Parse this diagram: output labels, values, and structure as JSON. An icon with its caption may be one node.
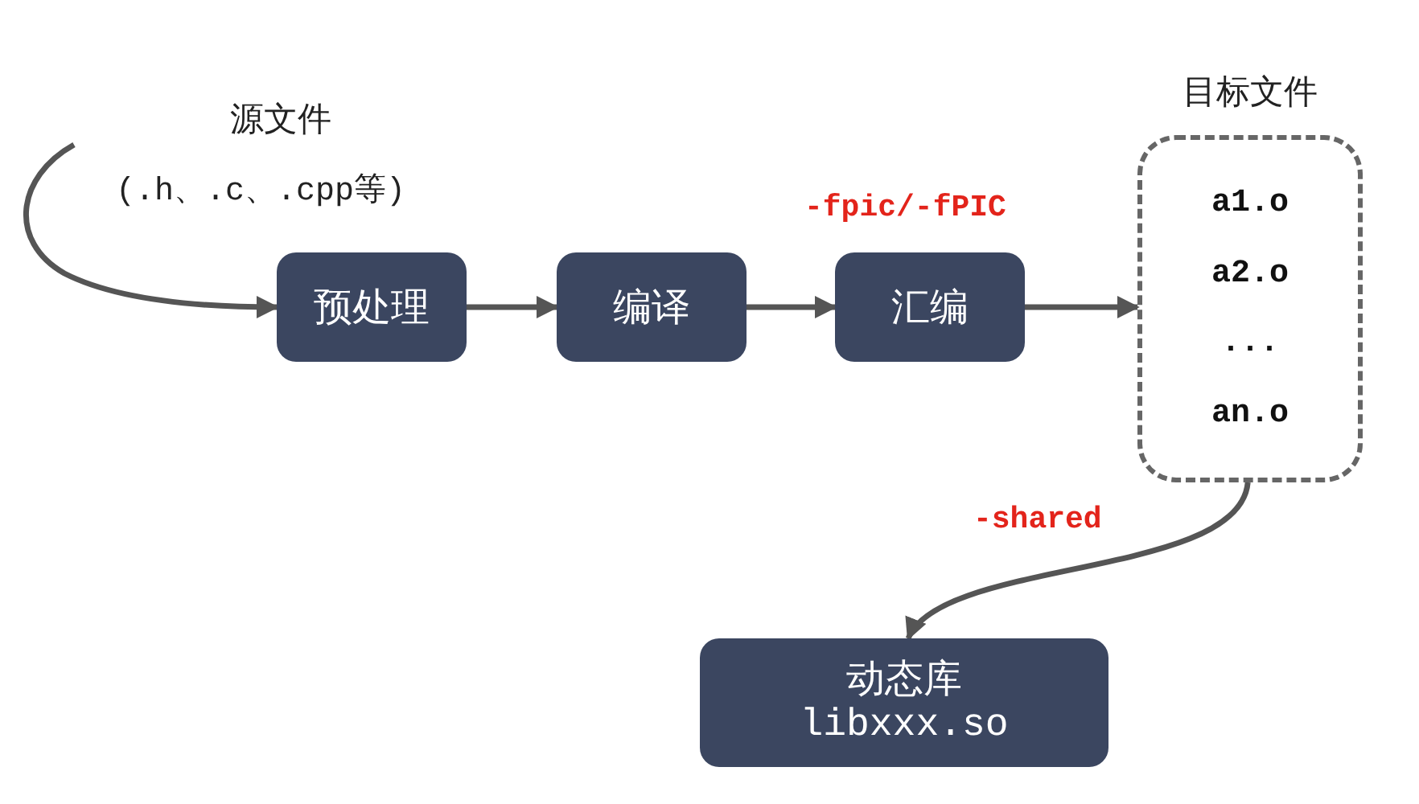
{
  "diagram": {
    "nodes": [
      {
        "text": [
          "预处理"
        ]
      },
      {
        "text": [
          "编译"
        ]
      },
      {
        "text": [
          "汇编"
        ]
      },
      {
        "text": [
          "目标文件",
          "a1.o",
          "a2.o",
          "...",
          "an.o"
        ]
      },
      {
        "text": [
          "动态库",
          "libxxx.so"
        ]
      }
    ],
    "edges": [
      {
        "from": null,
        "to": 0,
        "arrow": "to"
      },
      {
        "from": 0,
        "to": 1,
        "arrow": "to"
      },
      {
        "from": 1,
        "to": 2,
        "arrow": "to"
      },
      {
        "from": 2,
        "to": 3,
        "arrow": "to"
      },
      {
        "from": 3,
        "to": 4,
        "arrow": "to",
        "label": "-shared"
      }
    ],
    "labels": [
      "源文件",
      "(.h、.c、.cpp等)",
      "-fpic/-fPIC"
    ]
  }
}
